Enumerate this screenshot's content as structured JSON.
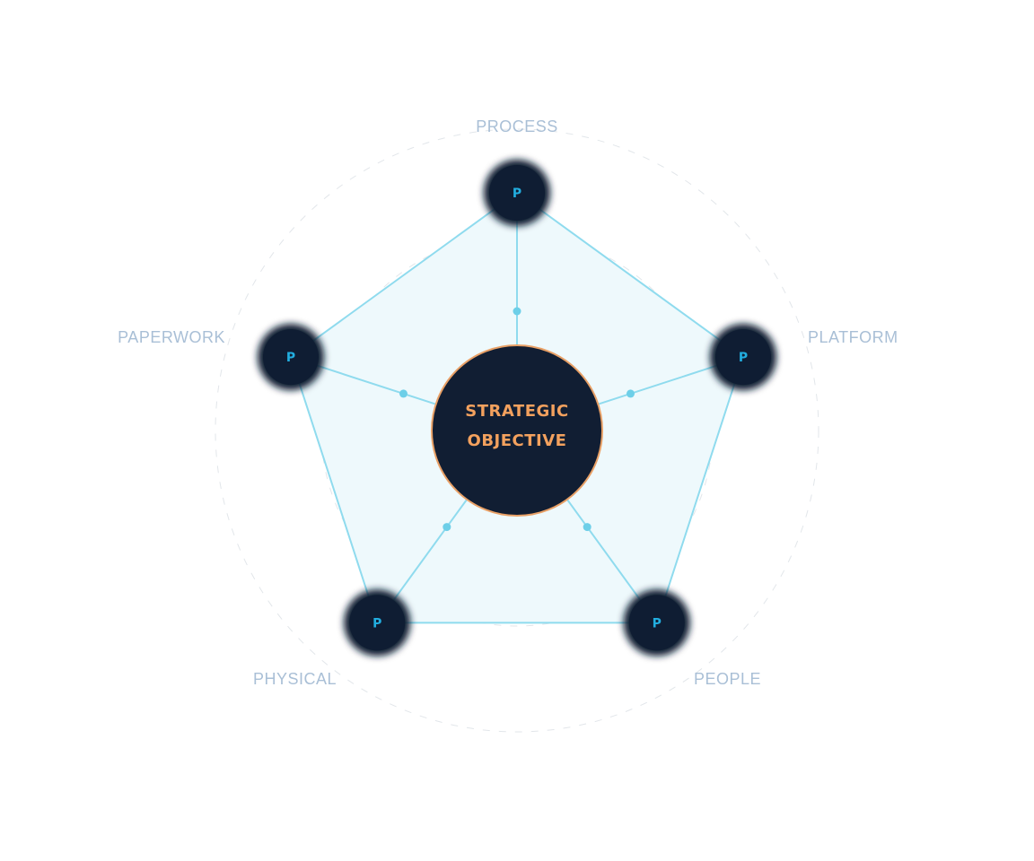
{
  "center": {
    "line1": "STRATEGIC",
    "line2": "OBJECTIVE"
  },
  "nodes": [
    {
      "id": "process",
      "label": "PROCESS",
      "letter": "P"
    },
    {
      "id": "platform",
      "label": "PLATFORM",
      "letter": "P"
    },
    {
      "id": "people",
      "label": "PEOPLE",
      "letter": "P"
    },
    {
      "id": "physical",
      "label": "PHYSICAL",
      "letter": "P"
    },
    {
      "id": "paperwork",
      "label": "PAPERWORK",
      "letter": "P"
    }
  ],
  "colors": {
    "node_fill": "#0f1d33",
    "center_fill": "#111e33",
    "center_border": "#e8a066",
    "center_text": "#f3a15e",
    "node_letter": "#22aee0",
    "line": "#8fdbee",
    "pentagon_fill": "#eef9fc",
    "dot": "#6dcfe8",
    "label": "#a9bfd6",
    "ring": "#e2e6ea"
  }
}
